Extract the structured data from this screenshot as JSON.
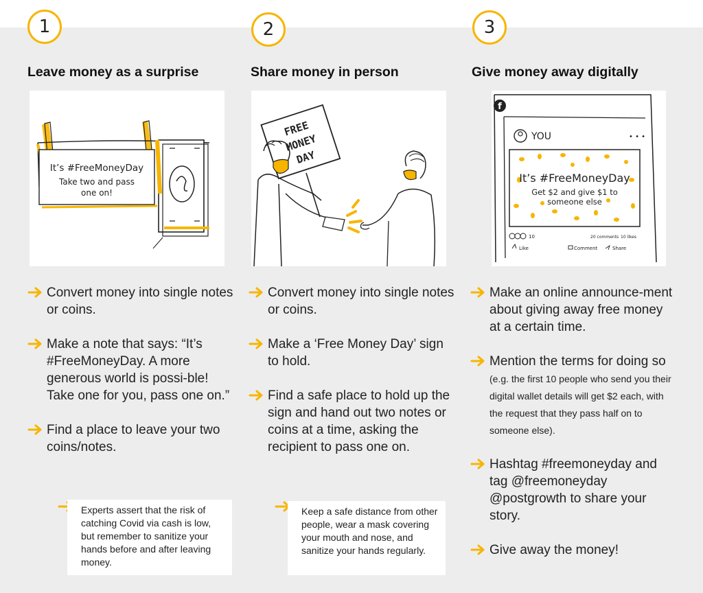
{
  "columns": [
    {
      "number": "1",
      "title": "Leave money as a surprise",
      "illustration": {
        "note_line1": "It’s #FreeMoneyDay",
        "note_line2": "Take two and pass",
        "note_line3": "one on!"
      },
      "steps": [
        "Convert money into single notes or coins.",
        "Make a note that says: “It’s #FreeMoneyDay. A more generous world is possi-ble! Take one for you, pass one on.”",
        "Find a place to leave your two coins/notes."
      ],
      "note": "Experts assert that the risk of catching Covid via cash is low, but remember to sanitize your hands before and after leaving money."
    },
    {
      "number": "2",
      "title": "Share money in person",
      "illustration": {
        "sign_line1": "FREE",
        "sign_line2": "MONEY",
        "sign_line3": "DAY"
      },
      "steps": [
        "Convert money into single notes or coins.",
        "Make a ‘Free Money Day’ sign to hold.",
        "Find a safe place to hold up the sign and hand out two notes or coins at a time, asking the recipient to pass one on."
      ],
      "note": "Keep a safe distance from other people, wear a mask covering your mouth and nose, and sanitize your hands regularly."
    },
    {
      "number": "3",
      "title": "Give money away digitally",
      "illustration": {
        "user": "YOU",
        "post_line1": "It’s #FreeMoneyDay",
        "post_line2": "Get $2 and give $1 to",
        "post_line3": "someone else",
        "reactions": "10",
        "comments": "20 comments",
        "likes": "10 likes",
        "like": "Like",
        "comment": "Comment",
        "share": "Share",
        "logo_letter": "f",
        "more": "• • •"
      },
      "steps": [
        "Make an online announce-ment about giving away free money at a certain time."
      ],
      "step2_main": "Mention the terms for doing so",
      "step2_small": " (e.g. the first 10 people who send you their digital wallet details will get $2 each, with the request that they pass half on to someone else).",
      "steps_more": [
        "Hashtag #freemoneyday and tag @freemoneyday @postgrowth to share your story.",
        "Give away the money!"
      ]
    }
  ],
  "colors": {
    "accent": "#f7b500",
    "background": "#ededed",
    "card": "#ffffff"
  }
}
